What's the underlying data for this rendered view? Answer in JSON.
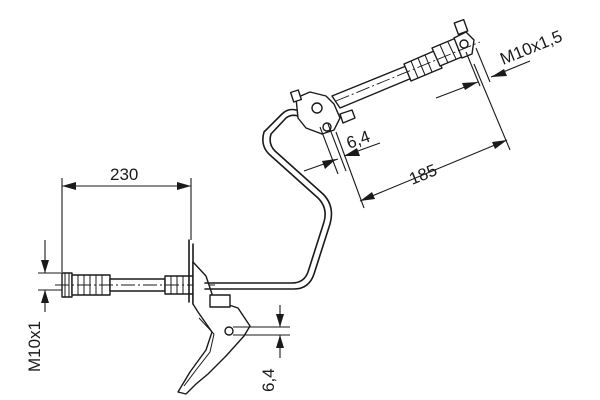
{
  "dimensions": {
    "length_left": "230",
    "length_right": "185",
    "thread_left": "M10x1",
    "thread_right": "M10x1,5",
    "bracket_hole_top": "6,4",
    "bracket_hole_bottom": "6,4"
  }
}
